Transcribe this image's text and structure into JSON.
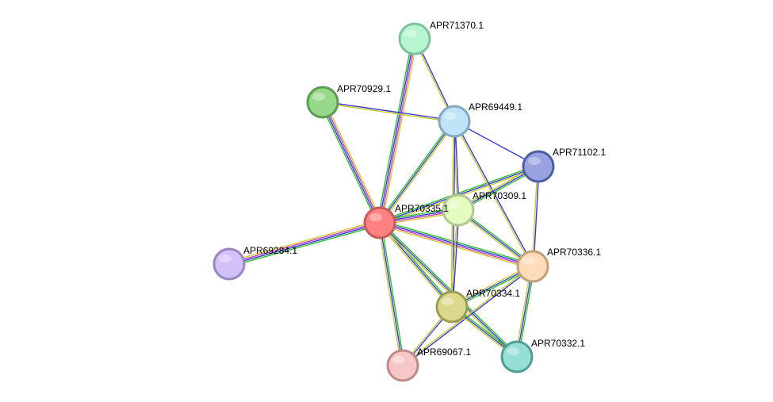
{
  "network": {
    "nodes": [
      {
        "id": "APR70335",
        "label": "APR70335.1",
        "color": "#ff8080",
        "stroke": "#c65a5a",
        "highlight": true
      },
      {
        "id": "APR71370",
        "label": "APR71370.1",
        "color": "#b7f5d1",
        "stroke": "#80c09c"
      },
      {
        "id": "APR70929",
        "label": "APR70929.1",
        "color": "#97d98a",
        "stroke": "#5c9c52"
      },
      {
        "id": "APR69449",
        "label": "APR69449.1",
        "color": "#bfe3f7",
        "stroke": "#84a9c0"
      },
      {
        "id": "APR71102",
        "label": "APR71102.1",
        "color": "#98a3df",
        "stroke": "#4d5ea3"
      },
      {
        "id": "APR70309",
        "label": "APR70309.1",
        "color": "#e4fcc0",
        "stroke": "#b1c894"
      },
      {
        "id": "APR69284",
        "label": "APR69284.1",
        "color": "#d3c2f7",
        "stroke": "#9985c0"
      },
      {
        "id": "APR70336",
        "label": "APR70336.1",
        "color": "#fddcb8",
        "stroke": "#c29f7b"
      },
      {
        "id": "APR70334",
        "label": "APR70334.1",
        "color": "#dbd98c",
        "stroke": "#9e9c52"
      },
      {
        "id": "APR69067",
        "label": "APR69067.1",
        "color": "#f7c6c6",
        "stroke": "#c08a8a"
      },
      {
        "id": "APR70332",
        "label": "APR70332.1",
        "color": "#96dfd6",
        "stroke": "#529e94"
      }
    ],
    "edges": [
      {
        "source": "APR70335",
        "target": "APR71370",
        "evidence": [
          "#2bbf2b",
          "#3a3ad6",
          "#c540c5",
          "#cccc30"
        ]
      },
      {
        "source": "APR70335",
        "target": "APR70929",
        "evidence": [
          "#2bbf2b",
          "#3a3ad6",
          "#c540c5",
          "#cccc30"
        ]
      },
      {
        "source": "APR70335",
        "target": "APR69449",
        "evidence": [
          "#2bbf2b",
          "#3a3ad6",
          "#cccc30"
        ]
      },
      {
        "source": "APR70335",
        "target": "APR71102",
        "evidence": [
          "#2bbf2b",
          "#3a3ad6",
          "#cccc30"
        ]
      },
      {
        "source": "APR70335",
        "target": "APR70309",
        "evidence": [
          "#2bbf2b",
          "#3a3ad6",
          "#c540c5",
          "#cccc30"
        ]
      },
      {
        "source": "APR70335",
        "target": "APR69284",
        "evidence": [
          "#2bbf2b",
          "#3a3ad6",
          "#c540c5",
          "#cccc30"
        ]
      },
      {
        "source": "APR70335",
        "target": "APR70336",
        "evidence": [
          "#2bbf2b",
          "#3a3ad6",
          "#c540c5",
          "#cccc30"
        ]
      },
      {
        "source": "APR70335",
        "target": "APR70334",
        "evidence": [
          "#2bbf2b",
          "#3a3ad6",
          "#cccc30"
        ]
      },
      {
        "source": "APR70335",
        "target": "APR69067",
        "evidence": [
          "#2bbf2b",
          "#3a3ad6",
          "#cccc30"
        ]
      },
      {
        "source": "APR70335",
        "target": "APR70332",
        "evidence": [
          "#2bbf2b",
          "#3a3ad6",
          "#cccc30"
        ]
      },
      {
        "source": "APR71370",
        "target": "APR69449",
        "evidence": [
          "#3a3ad6",
          "#cccc30"
        ]
      },
      {
        "source": "APR70929",
        "target": "APR69449",
        "evidence": [
          "#3a3ad6",
          "#cccc30"
        ]
      },
      {
        "source": "APR69449",
        "target": "APR71102",
        "evidence": [
          "#3a3ad6"
        ]
      },
      {
        "source": "APR69449",
        "target": "APR70309",
        "evidence": [
          "#3a3ad6",
          "#cccc30"
        ]
      },
      {
        "source": "APR69449",
        "target": "APR70336",
        "evidence": [
          "#3a3ad6",
          "#cccc30"
        ]
      },
      {
        "source": "APR69449",
        "target": "APR70334",
        "evidence": [
          "#3a3ad6",
          "#cccc30"
        ]
      },
      {
        "source": "APR71102",
        "target": "APR70309",
        "evidence": [
          "#2bbf2b",
          "#3a3ad6",
          "#cccc30"
        ]
      },
      {
        "source": "APR71102",
        "target": "APR70336",
        "evidence": [
          "#3a3ad6",
          "#cccc30"
        ]
      },
      {
        "source": "APR70309",
        "target": "APR70336",
        "evidence": [
          "#2bbf2b",
          "#3a3ad6",
          "#cccc30"
        ]
      },
      {
        "source": "APR70309",
        "target": "APR70334",
        "evidence": [
          "#3a3ad6",
          "#cccc30"
        ]
      },
      {
        "source": "APR70336",
        "target": "APR70334",
        "evidence": [
          "#2bbf2b",
          "#3a3ad6",
          "#cccc30"
        ]
      },
      {
        "source": "APR70336",
        "target": "APR69067",
        "evidence": [
          "#3a3ad6",
          "#cccc30"
        ]
      },
      {
        "source": "APR70336",
        "target": "APR70332",
        "evidence": [
          "#2bbf2b",
          "#3a3ad6",
          "#cccc30"
        ]
      },
      {
        "source": "APR70334",
        "target": "APR69067",
        "evidence": [
          "#3a3ad6",
          "#cccc30"
        ]
      },
      {
        "source": "APR70334",
        "target": "APR70332",
        "evidence": [
          "#2bbf2b",
          "#3a3ad6",
          "#cccc30"
        ]
      }
    ]
  }
}
